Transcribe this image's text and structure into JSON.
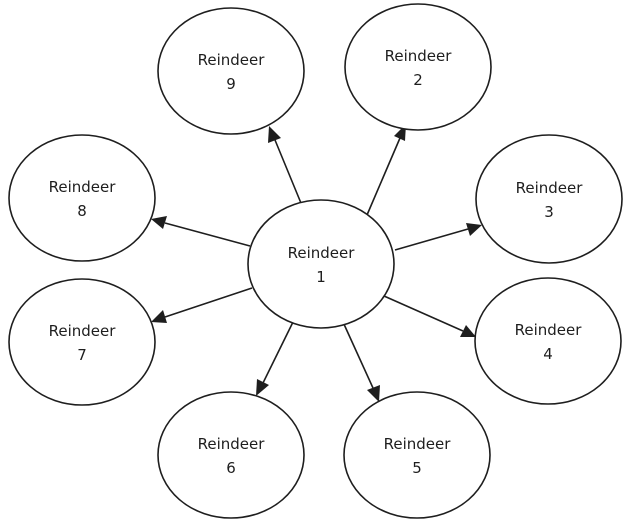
{
  "colors": {
    "stroke": "#1e1e1e",
    "background": "#ffffff"
  },
  "nodes": [
    {
      "id": "n1",
      "line1": "Reindeer",
      "line2": "1"
    },
    {
      "id": "n2",
      "line1": "Reindeer",
      "line2": "2"
    },
    {
      "id": "n3",
      "line1": "Reindeer",
      "line2": "3"
    },
    {
      "id": "n4",
      "line1": "Reindeer",
      "line2": "4"
    },
    {
      "id": "n5",
      "line1": "Reindeer",
      "line2": "5"
    },
    {
      "id": "n6",
      "line1": "Reindeer",
      "line2": "6"
    },
    {
      "id": "n7",
      "line1": "Reindeer",
      "line2": "7"
    },
    {
      "id": "n8",
      "line1": "Reindeer",
      "line2": "8"
    },
    {
      "id": "n9",
      "line1": "Reindeer",
      "line2": "9"
    }
  ],
  "edges": [
    {
      "from": "n1",
      "to": "n2"
    },
    {
      "from": "n1",
      "to": "n3"
    },
    {
      "from": "n1",
      "to": "n4"
    },
    {
      "from": "n1",
      "to": "n5"
    },
    {
      "from": "n1",
      "to": "n6"
    },
    {
      "from": "n1",
      "to": "n7"
    },
    {
      "from": "n1",
      "to": "n8"
    },
    {
      "from": "n1",
      "to": "n9"
    }
  ]
}
